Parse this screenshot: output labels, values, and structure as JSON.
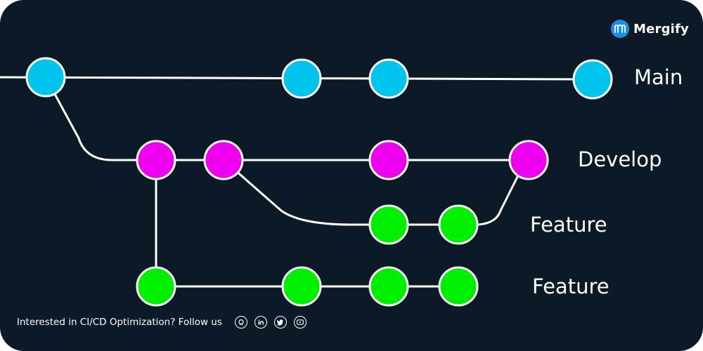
{
  "brand": {
    "name": "Mergify",
    "logo_icon": "mergify-logo-icon"
  },
  "colors": {
    "background": "#0b1a26",
    "main": "#00c4ec",
    "develop": "#ee00ee",
    "feature": "#00ee00",
    "line": "#ffffff"
  },
  "branches": {
    "main": "Main",
    "develop": "Develop",
    "feature_1": "Feature",
    "feature_2": "Feature"
  },
  "footer": {
    "text": "Interested in CI/CD Optimization? Follow us",
    "icons": [
      "github-icon",
      "linkedin-icon",
      "twitter-icon",
      "youtube-icon"
    ]
  }
}
